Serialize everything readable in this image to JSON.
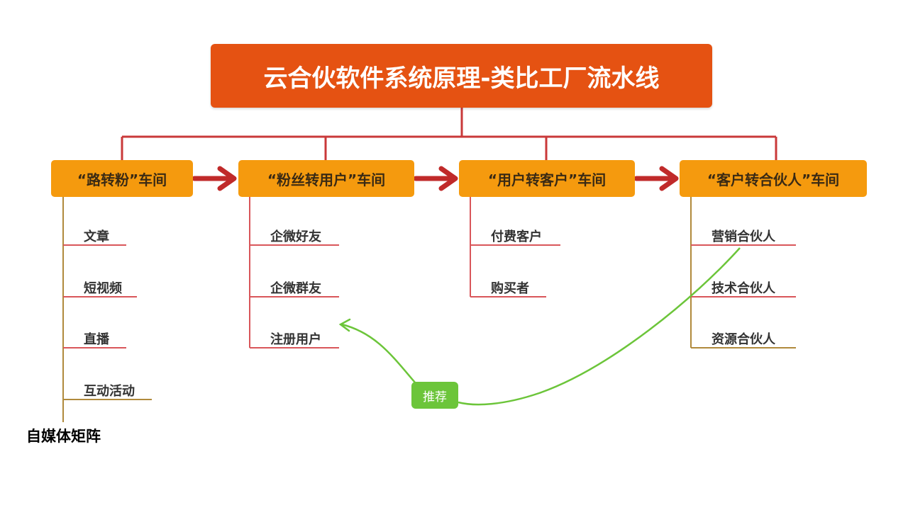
{
  "title": "云合伙软件系统原理-类比工厂流水线",
  "stages": [
    {
      "label": "“路转粉”车间",
      "items": [
        "文章",
        "短视频",
        "直播",
        "互动活动"
      ]
    },
    {
      "label": "“粉丝转用户”车间",
      "items": [
        "企微好友",
        "企微群友",
        "注册用户"
      ]
    },
    {
      "label": "“用户转客户”车间",
      "items": [
        "付费客户",
        "购买者"
      ]
    },
    {
      "label": "“客户转合伙人”车间",
      "items": [
        "营销合伙人",
        "技术合伙人",
        "资源合伙人"
      ]
    }
  ],
  "recommend_tag": "推荐",
  "footer_label": "自媒体矩阵",
  "colors": {
    "title_bg": "#e55212",
    "stage_bg": "#f59a0e",
    "connector": "#c9393a",
    "arrow": "#c02a2a",
    "branch_line": "#b08a3c",
    "item_underline": "#d9565a",
    "recommend": "#6cc53a"
  }
}
